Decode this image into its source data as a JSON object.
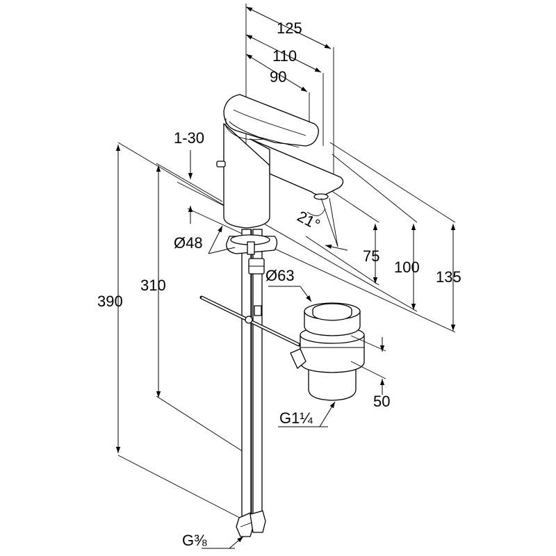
{
  "drawing": {
    "labels": {
      "dim_125": "125",
      "dim_110": "110",
      "dim_90": "90",
      "dim_1_30": "1-30",
      "dim_angle": "21°",
      "dim_d48": "Ø48",
      "dim_75": "75",
      "dim_100": "100",
      "dim_135": "135",
      "dim_390": "390",
      "dim_310": "310",
      "dim_d63": "Ø63",
      "dim_50": "50",
      "thread_g114": "G1¼",
      "thread_g38": "G⅜"
    }
  }
}
